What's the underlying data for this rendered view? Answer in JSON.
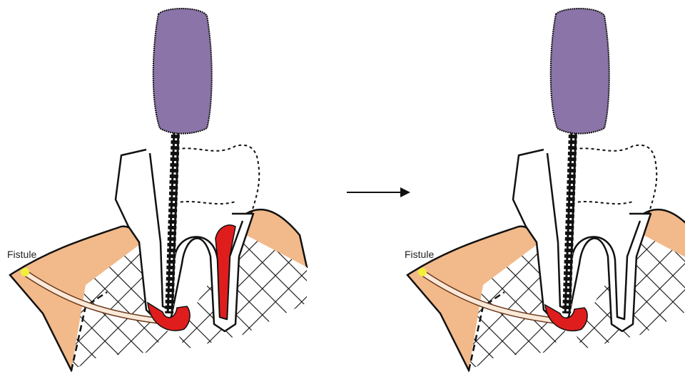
{
  "panels": [
    {
      "id": "before",
      "fistule_label": "Fistule",
      "lesion_in_right_canal": true
    },
    {
      "id": "after",
      "fistule_label": "Fistule",
      "lesion_in_right_canal": false
    }
  ],
  "colors": {
    "file_handle": "#8a74a8",
    "gum": "#f2b98a",
    "lesion": "#e01d1d",
    "fistula_tract": "#fbe9d8",
    "fistula_point": "#f2ef3c",
    "outline": "#111111"
  },
  "icons": {
    "transition": "arrow-right-icon"
  }
}
